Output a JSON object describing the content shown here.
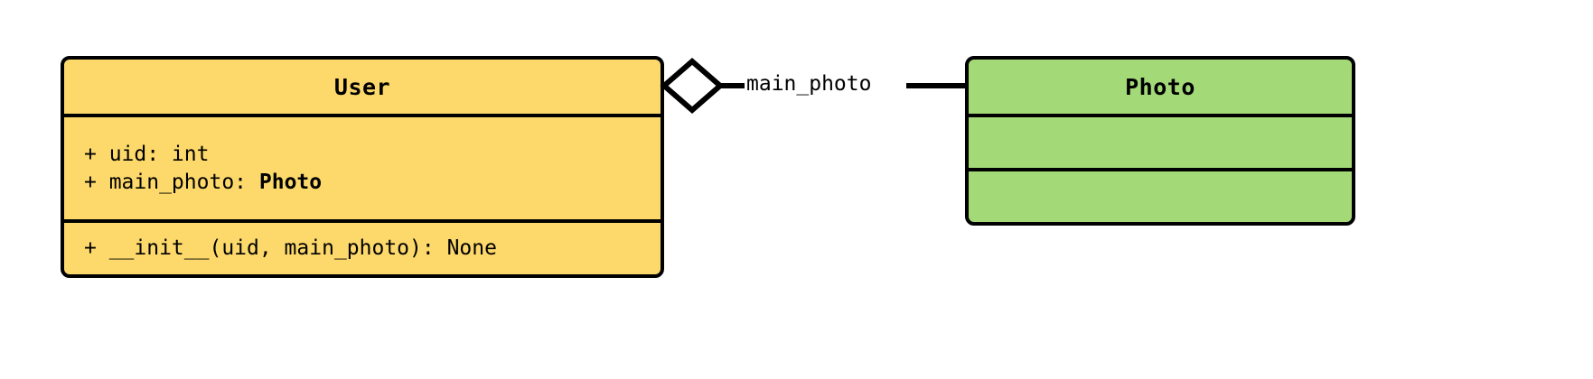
{
  "diagram": {
    "type": "uml-class-diagram",
    "background_color": "#ffffff",
    "classes": [
      {
        "name": "User",
        "fill_color": "#fdd96b",
        "border_color": "#000000",
        "attributes": [
          {
            "visibility": "+",
            "text": "+ uid: int",
            "name": "uid",
            "type": "int",
            "type_is_class_ref": false
          },
          {
            "visibility": "+",
            "text": "+ main_photo: ",
            "name": "main_photo",
            "type": "Photo",
            "type_is_class_ref": true
          }
        ],
        "methods": [
          {
            "visibility": "+",
            "text": "+ __init__(uid, main_photo): None",
            "name": "__init__",
            "params": "uid, main_photo",
            "returns": "None"
          }
        ]
      },
      {
        "name": "Photo",
        "fill_color": "#a3d977",
        "border_color": "#000000",
        "attributes": [],
        "methods": []
      }
    ],
    "relationships": [
      {
        "kind": "aggregation",
        "source": "User",
        "target": "Photo",
        "label": "main_photo",
        "diamond_fill": "#ffffff",
        "diamond_stroke": "#000000"
      }
    ]
  }
}
